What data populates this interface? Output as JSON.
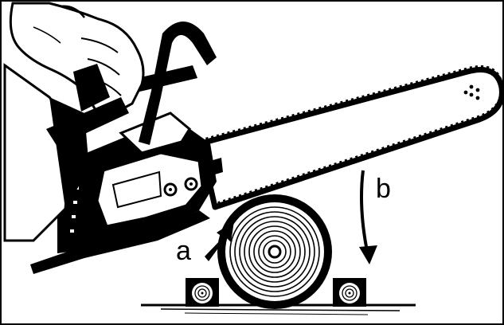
{
  "figure": {
    "labels": {
      "a": "a",
      "b": "b"
    },
    "colors": {
      "ink": "#000000",
      "paper": "#ffffff"
    },
    "parts": [
      "gloved-hand",
      "chainsaw-body",
      "front-handle",
      "guide-bar",
      "saw-chain",
      "log",
      "support-block-left",
      "support-block-right",
      "ground"
    ]
  }
}
